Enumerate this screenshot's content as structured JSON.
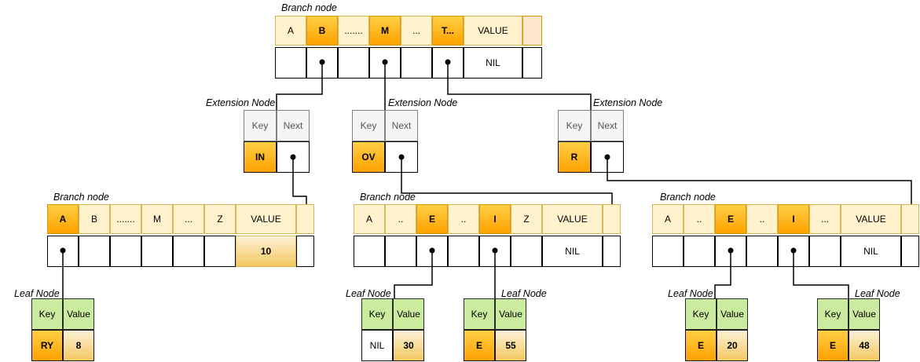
{
  "nodes": {
    "branch_root": {
      "label": "Branch node",
      "keys": [
        "A",
        "B",
        ".......",
        "M",
        "...",
        "T...",
        "VALUE"
      ],
      "pointer_value": "NIL"
    },
    "ext_in": {
      "label": "Extension Node",
      "headers": [
        "Key",
        "Next"
      ],
      "key": "IN"
    },
    "ext_ov": {
      "label": "Extension Node",
      "headers": [
        "Key",
        "Next"
      ],
      "key": "OV"
    },
    "ext_r": {
      "label": "Extension Node",
      "headers": [
        "Key",
        "Next"
      ],
      "key": "R"
    },
    "branch_a": {
      "label": "Branch node",
      "keys": [
        "A",
        "B",
        ".......",
        "M",
        "...",
        "Z",
        "VALUE"
      ],
      "pointer_value": "10"
    },
    "branch_ov": {
      "label": "Branch node",
      "keys": [
        "A",
        "..",
        "E",
        "..",
        "I",
        "Z",
        "VALUE"
      ],
      "pointer_value": "NIL"
    },
    "branch_r": {
      "label": "Branch node",
      "keys": [
        "A",
        "..",
        "E",
        "..",
        "I",
        "...",
        "VALUE"
      ],
      "pointer_value": "NIL"
    },
    "leaf_ry": {
      "label": "Leaf Node",
      "headers": [
        "Key",
        "Value"
      ],
      "key": "RY",
      "value": "8"
    },
    "leaf_nil": {
      "label": "Leaf Node",
      "headers": [
        "Key",
        "Value"
      ],
      "key": "NIL",
      "value": "30"
    },
    "leaf_e55": {
      "label": "Leaf Node",
      "headers": [
        "Key",
        "Value"
      ],
      "key": "E",
      "value": "55"
    },
    "leaf_e20": {
      "label": "Leaf Node",
      "headers": [
        "Key",
        "Value"
      ],
      "key": "E",
      "value": "20"
    },
    "leaf_e48": {
      "label": "Leaf Node",
      "headers": [
        "Key",
        "Value"
      ],
      "key": "E",
      "value": "48"
    }
  },
  "colors": {
    "cell_cream": "#FFF2CC",
    "cell_peach": "#FFE6CC",
    "highlight_orange_top": "#FFCE45",
    "highlight_orange_bottom": "#FFA200",
    "value_gradient_top": "#FCF2D8",
    "value_gradient_bottom": "#F3C75F",
    "leaf_header_green": "#CBEC9E",
    "ext_header_gray": "#F5F5F5",
    "border_gold": "#D6B656",
    "border_orange": "#D79B00",
    "connector_black": "#000000"
  }
}
